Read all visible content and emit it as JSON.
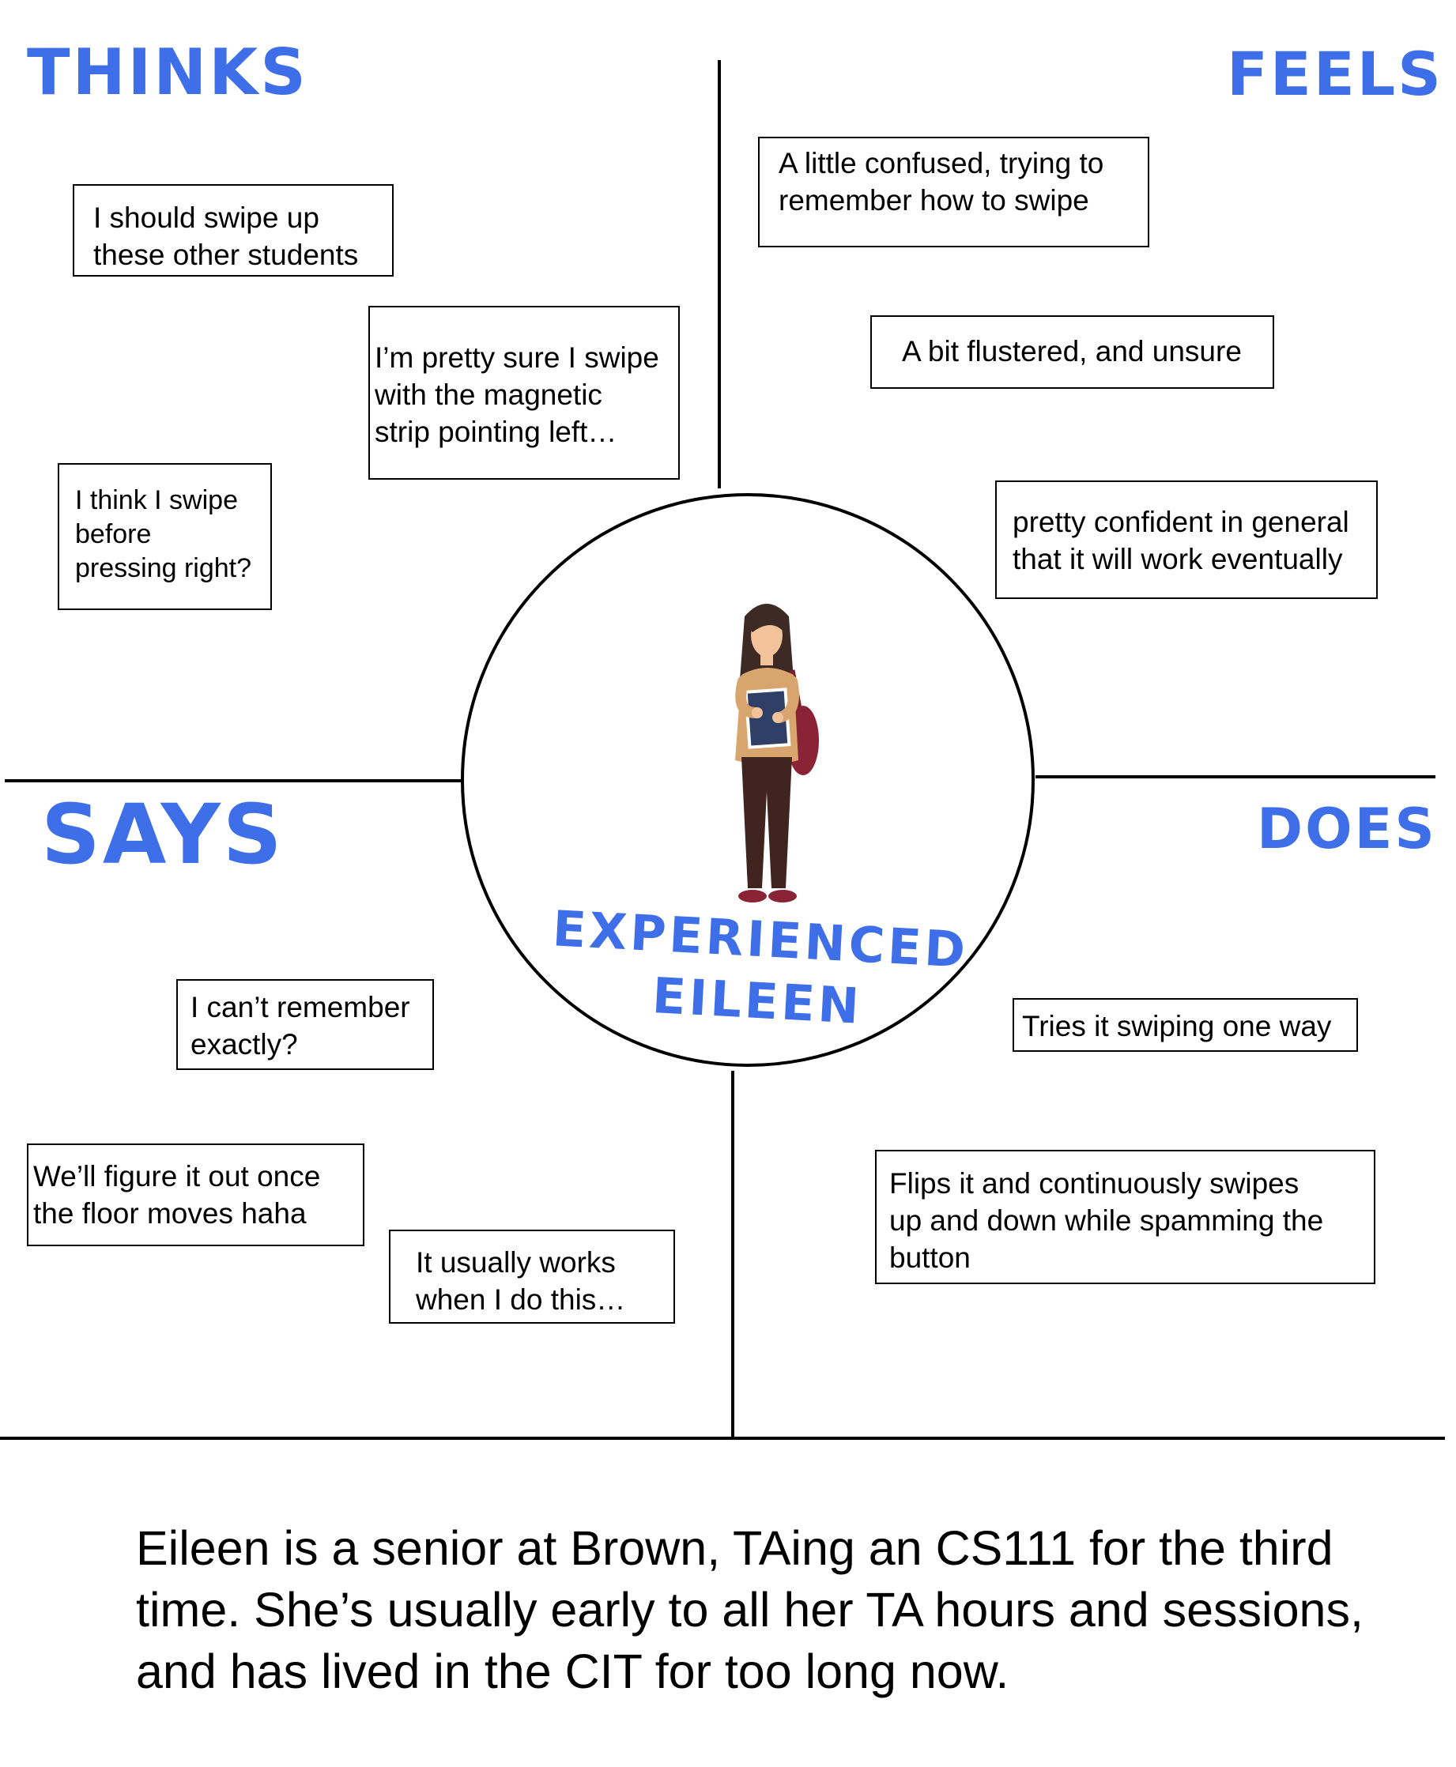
{
  "colors": {
    "handwriting": "#3f6fe8",
    "lines": "#000000",
    "background": "#ffffff"
  },
  "quadrants": {
    "thinks": {
      "title": "THINKS",
      "notes": [
        "I should swipe up\nthese other students",
        "I’m pretty sure I swipe\nwith the magnetic\nstrip pointing left…",
        "I think I swipe\nbefore\npressing right?"
      ]
    },
    "feels": {
      "title": "FEELS",
      "notes": [
        "A little confused, trying to\nremember how to swipe",
        "A bit flustered, and unsure",
        "pretty confident in general\nthat it will work eventually"
      ]
    },
    "says": {
      "title": "SAYS",
      "notes": [
        "I can’t remember\nexactly?",
        "We’ll figure it out once\nthe floor moves haha",
        "It usually works\nwhen I do this…"
      ]
    },
    "does": {
      "title": "DOES",
      "notes": [
        "Tries it swiping one way",
        "Flips it and continuously swipes\nup and down while spamming the\nbutton"
      ]
    }
  },
  "persona": {
    "name": "EXPERIENCED\nEILEEN",
    "illustration": "student-holding-books-illustration",
    "description": "Eileen is a senior at Brown, TAing an CS111 for the third time. She’s usually early to all her TA hours and sessions, and has lived in the CIT for too long now."
  }
}
